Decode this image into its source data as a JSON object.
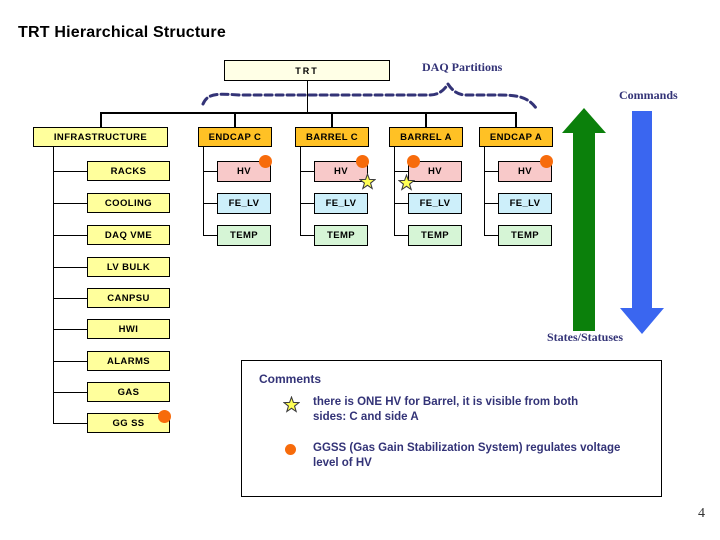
{
  "slide": {
    "title": "TRT Hierarchical Structure",
    "page_number": "4",
    "colors": {
      "trt_fill": "#FFFFE6",
      "header_fill": "#FFC125",
      "yellow_fill": "#FFFF9C",
      "hv_fill": "#F8C9C9",
      "lv_fill": "#CDEFFA",
      "temp_fill": "#D6F5D6",
      "navy": "#333377",
      "green_arrow": "#0B800B",
      "blue_arrow": "#3A66F0",
      "orange_dot": "#F76B0B",
      "star_fill": "#FFFF55"
    }
  },
  "tree": {
    "root_label": "TRT",
    "daq_partitions_label": "DAQ Partitions",
    "infrastructure": {
      "label": "INFRASTRUCTURE",
      "children": [
        {
          "label": "RACKS"
        },
        {
          "label": "COOLING"
        },
        {
          "label": "DAQ VME"
        },
        {
          "label": "LV BULK"
        },
        {
          "label": "CANPSU"
        },
        {
          "label": "HWI"
        },
        {
          "label": "ALARMS"
        },
        {
          "label": "GAS"
        },
        {
          "label": "GG SS",
          "dot": "gg"
        }
      ]
    },
    "partitions": [
      {
        "label": "ENDCAP C",
        "children": [
          {
            "label": "HV",
            "type": "hv",
            "dot": "tr"
          },
          {
            "label": "FE_LV",
            "type": "lv"
          },
          {
            "label": "TEMP",
            "type": "temp"
          }
        ]
      },
      {
        "label": "BARREL C",
        "children": [
          {
            "label": "HV",
            "type": "hv",
            "dot": "tr",
            "star": "br"
          },
          {
            "label": "FE_LV",
            "type": "lv"
          },
          {
            "label": "TEMP",
            "type": "temp"
          }
        ]
      },
      {
        "label": "BARREL A",
        "children": [
          {
            "label": "HV",
            "type": "hv",
            "dot": "tl",
            "star": "bl"
          },
          {
            "label": "FE_LV",
            "type": "lv"
          },
          {
            "label": "TEMP",
            "type": "temp"
          }
        ]
      },
      {
        "label": "ENDCAP A",
        "children": [
          {
            "label": "HV",
            "type": "hv",
            "dot": "tr"
          },
          {
            "label": "FE_LV",
            "type": "lv"
          },
          {
            "label": "TEMP",
            "type": "temp"
          }
        ]
      }
    ]
  },
  "flows": {
    "commands_label": "Commands",
    "states_label": "States/Statuses"
  },
  "comments": {
    "title": "Comments",
    "items": [
      {
        "icon": "star-icon",
        "lines": [
          "there is ONE HV for Barrel, it is visible from both",
          "sides:  C and side A"
        ]
      },
      {
        "icon": "orange-dot-icon",
        "lines": [
          "GGSS (Gas Gain Stabilization System) regulates voltage",
          "level of HV"
        ]
      }
    ]
  }
}
